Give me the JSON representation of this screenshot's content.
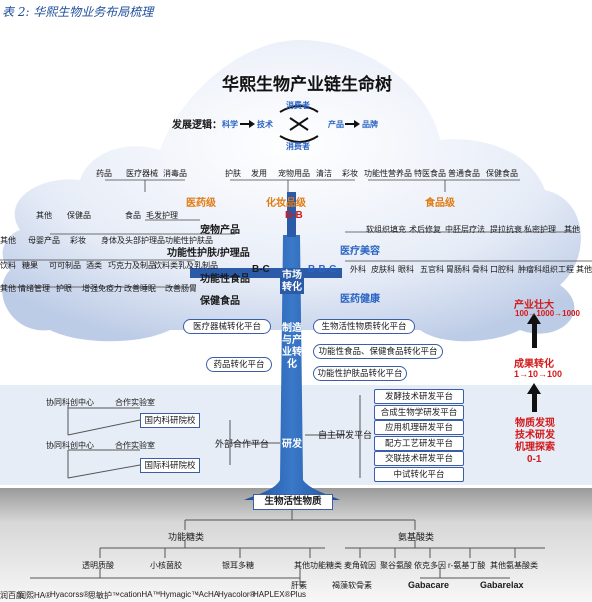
{
  "caption": "表 2: 华熙生物业务布局梳理",
  "title": "华熙生物产业链生命树",
  "logic": {
    "label": "发展逻辑：",
    "consumer_top": "消费者",
    "consumer_bottom": "消费者",
    "science": "科学",
    "tech": "技术",
    "product": "产品",
    "brand": "品牌"
  },
  "consumer_products_top": [
    "药品",
    "医疗器械",
    "消毒品",
    "护肤",
    "发用",
    "宠物用品",
    "清洁",
    "彩妆",
    "功能性营养品",
    "特医食品",
    "普通食品",
    "保健食品"
  ],
  "categories": {
    "drug": "医药级",
    "cosmetic": "化妆品级",
    "food": "食品级",
    "bb": "B-B",
    "bc": "B-C",
    "bbc": "B-B-C"
  },
  "left_products": {
    "row1": [
      "其他",
      "保健品",
      "食品",
      "毛发护理"
    ],
    "row2": [
      "其他",
      "母婴产品",
      "彩妆",
      "身体及头部护理品",
      "功能性护肤品"
    ],
    "row3": [
      "饮料",
      "糖果",
      "可可制品",
      "酒类",
      "巧克力及制品",
      "饮料类",
      "乳及乳制品"
    ],
    "row4": [
      "其他",
      "情绪管理",
      "护眼",
      "增强免疫力",
      "改善睡眠",
      "改善肠胃"
    ],
    "big": [
      "宠物产品",
      "功能性护肤/护理品",
      "功能性食品",
      "保健食品"
    ]
  },
  "right_products": {
    "row1": [
      "软组织填充",
      "术后修复",
      "中胚层疗法",
      "提拉抗衰",
      "私密护理",
      "其他"
    ],
    "row2": [
      "外科",
      "皮肤科",
      "眼科",
      "五官科",
      "胃肠科",
      "骨科",
      "口腔科",
      "肿瘤科",
      "组织工程",
      "其他"
    ],
    "med_beauty": "医疗美容",
    "med_health": "医药健康"
  },
  "trunk": {
    "market": "市场转化",
    "manufacture": "制造与产业转化",
    "research": "研发",
    "root": "生物活性物质"
  },
  "left_platforms": [
    "医疗器械转化平台",
    "药品转化平台"
  ],
  "right_platforms": [
    "生物活性物质转化平台",
    "功能性食品、保健食品转化平台",
    "功能性护肤品转化平台"
  ],
  "rnd_left": {
    "center1": "协同科创中心",
    "lab1": "合作实验室",
    "inst1": "国内科研院校",
    "center2": "协同科创中心",
    "lab2": "合作实验室",
    "inst2": "国际科研院校",
    "external": "外部合作平台"
  },
  "rnd_right": {
    "self": "自主研发平台",
    "platforms": [
      "发酵技术研发平台",
      "合成生物学研发平台",
      "应用机理研发平台",
      "配方工艺研发平台",
      "交联技术研发平台",
      "中试转化平台"
    ]
  },
  "roots": {
    "functional_sugar": "功能糖类",
    "amino_acid": "氨基酸类",
    "sugars": [
      "透明质酸",
      "小核菌胶",
      "银耳多糖",
      "其他功能糖类"
    ],
    "sugar_sub": [
      "肝素",
      "褐藻软骨素"
    ],
    "aminos": [
      "麦角硫因",
      "聚谷氨酸",
      "依克多因",
      "r-氨基丁酸",
      "其他氨基酸类"
    ],
    "brands": [
      "润百颜",
      "润熙HA®",
      "Hyacorss®",
      "思敏护™",
      "cationHA™",
      "Hymagic™",
      "-AcHA",
      "Hyacolor®",
      "HAPLEX®Plus"
    ],
    "amino_brands": [
      "Gabacare",
      "Gabarelax"
    ]
  },
  "side": {
    "title1": "产业壮大",
    "seq1": "100→1000→1000",
    "title2": "成果转化",
    "seq2": "1→10→100",
    "title3": "物质发现技术研发机理探索",
    "seq3": "0-1"
  }
}
